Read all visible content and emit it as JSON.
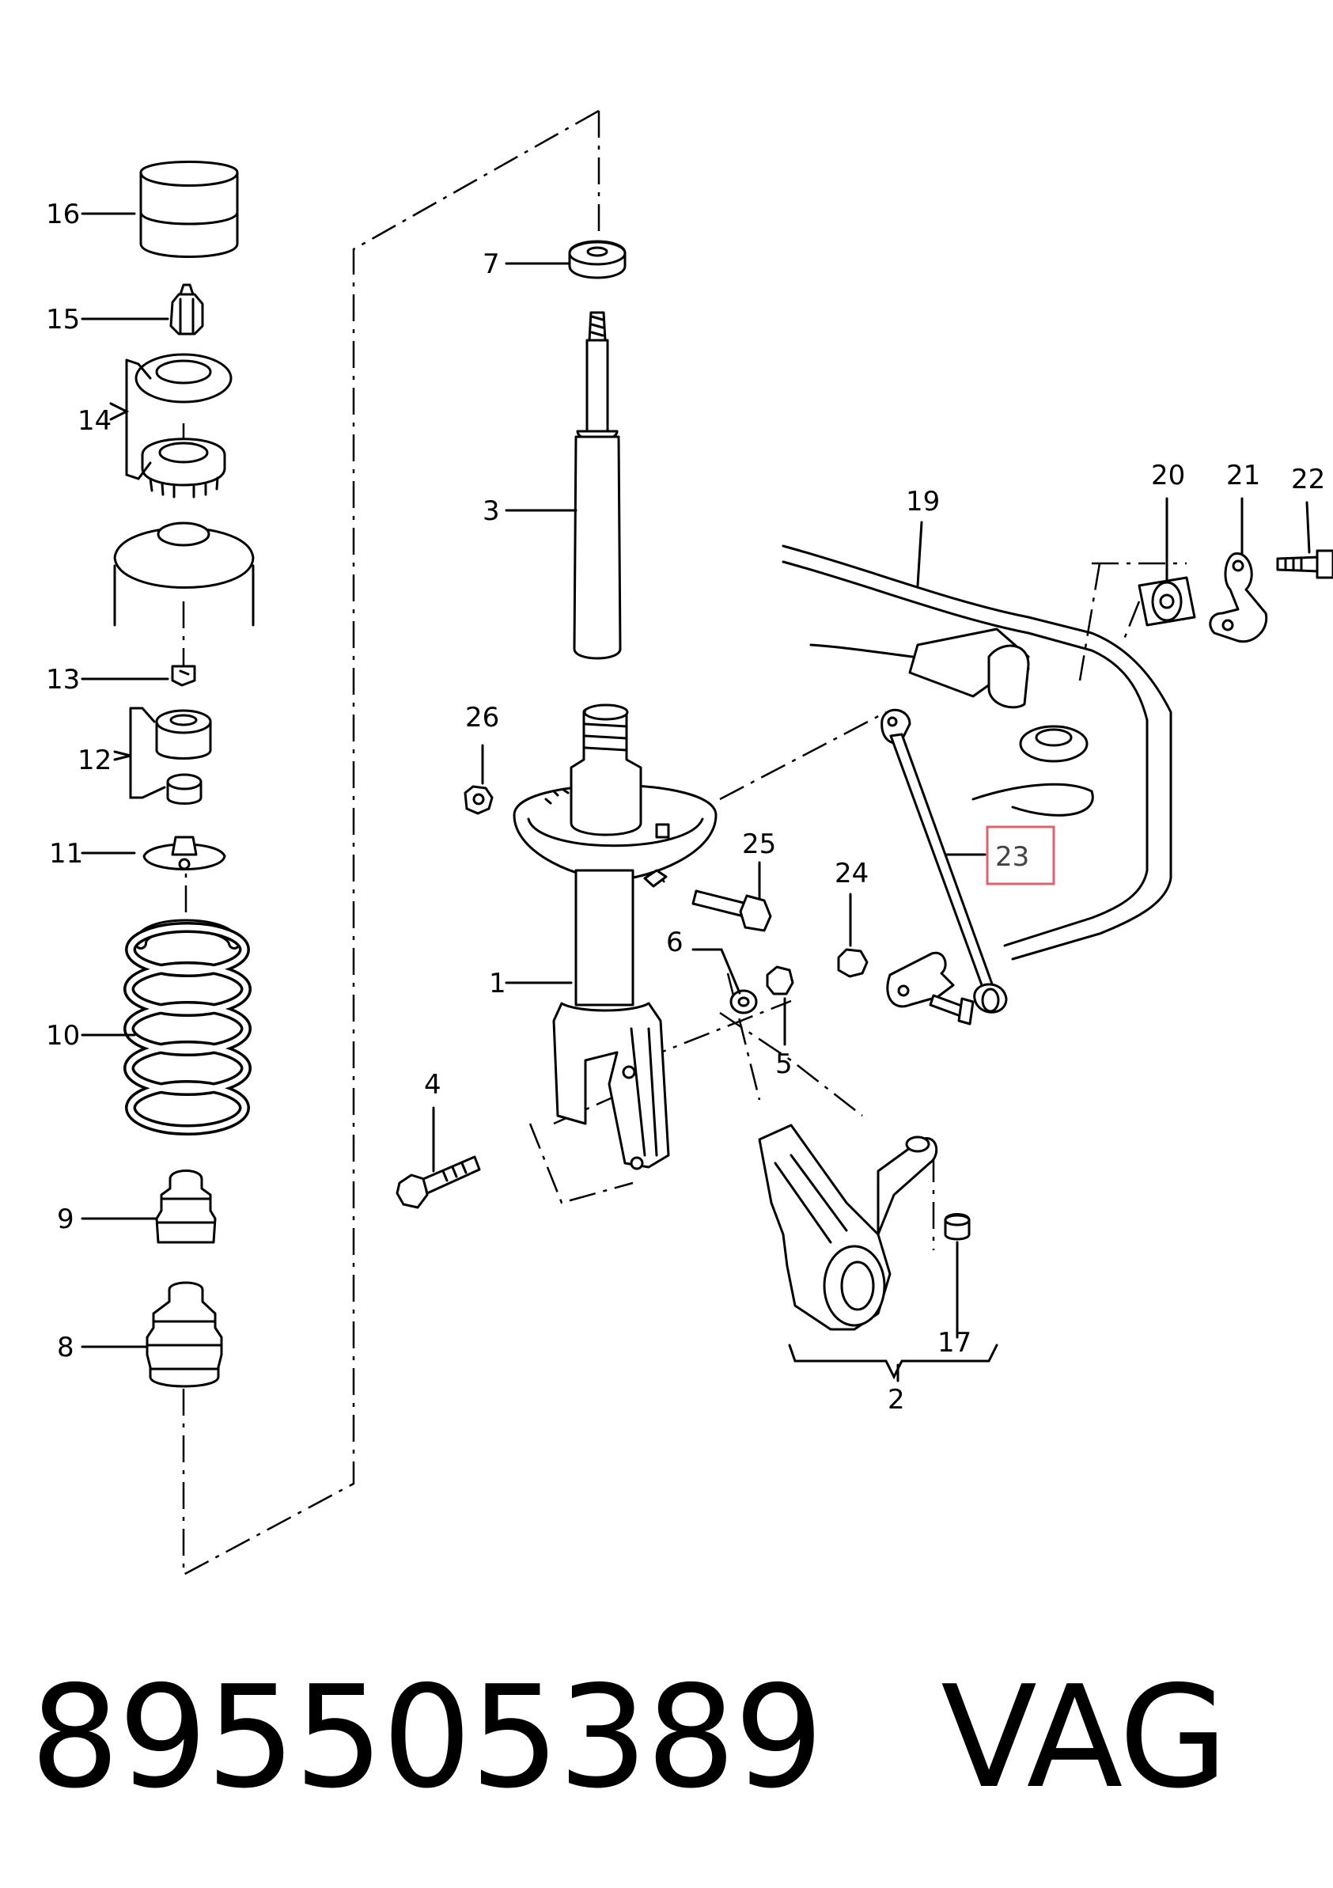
{
  "callouts": [
    {
      "id": "1",
      "label": "1"
    },
    {
      "id": "2",
      "label": "2"
    },
    {
      "id": "3",
      "label": "3"
    },
    {
      "id": "4",
      "label": "4"
    },
    {
      "id": "5",
      "label": "5"
    },
    {
      "id": "6",
      "label": "6"
    },
    {
      "id": "7",
      "label": "7"
    },
    {
      "id": "8",
      "label": "8"
    },
    {
      "id": "9",
      "label": "9"
    },
    {
      "id": "10",
      "label": "10"
    },
    {
      "id": "11",
      "label": "11"
    },
    {
      "id": "12",
      "label": "12"
    },
    {
      "id": "13",
      "label": "13"
    },
    {
      "id": "14",
      "label": "14"
    },
    {
      "id": "15",
      "label": "15"
    },
    {
      "id": "16",
      "label": "16"
    },
    {
      "id": "17",
      "label": "17"
    },
    {
      "id": "19",
      "label": "19"
    },
    {
      "id": "20",
      "label": "20"
    },
    {
      "id": "21",
      "label": "21"
    },
    {
      "id": "22",
      "label": "22"
    },
    {
      "id": "23",
      "label": "23",
      "highlighted": true
    },
    {
      "id": "24",
      "label": "24"
    },
    {
      "id": "25",
      "label": "25"
    },
    {
      "id": "26",
      "label": "26"
    }
  ],
  "highlight_color": "#e0606c",
  "caption": {
    "part_number": "895505389",
    "brand": "VAG"
  }
}
